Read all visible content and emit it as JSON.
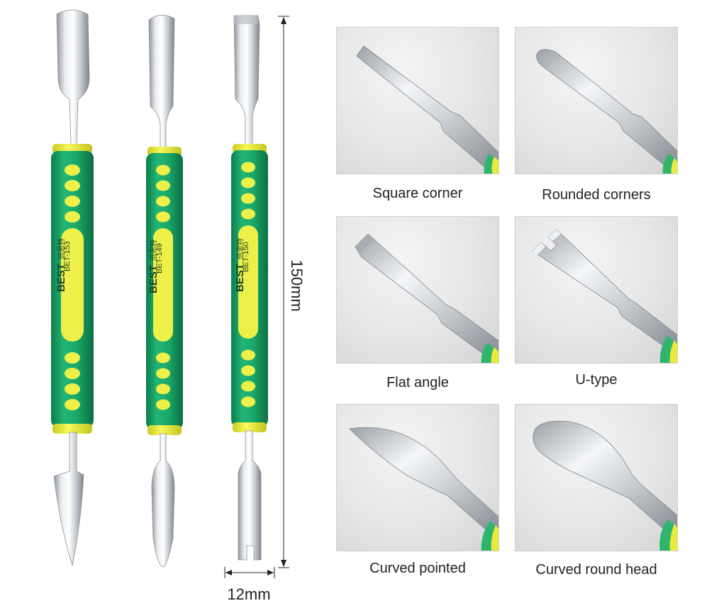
{
  "tools": [
    {
      "model": "BET-153",
      "brand": "BEST",
      "brand_cn": "倍思特"
    },
    {
      "model": "BET-149",
      "brand": "BEST",
      "brand_cn": "倍思特"
    },
    {
      "model": "BET-150",
      "brand": "BEST",
      "brand_cn": "倍思特"
    }
  ],
  "dimensions": {
    "length": "150mm",
    "width": "12mm"
  },
  "tips": [
    {
      "caption": "Square corner"
    },
    {
      "caption": "Rounded corners"
    },
    {
      "caption": "Flat angle"
    },
    {
      "caption": "U-type"
    },
    {
      "caption": "Curved pointed"
    },
    {
      "caption": "Curved round head"
    }
  ],
  "colors": {
    "handle_green": "#1aa86a",
    "grip_yellow": "#eef04a",
    "steel": "#c9ced3"
  }
}
